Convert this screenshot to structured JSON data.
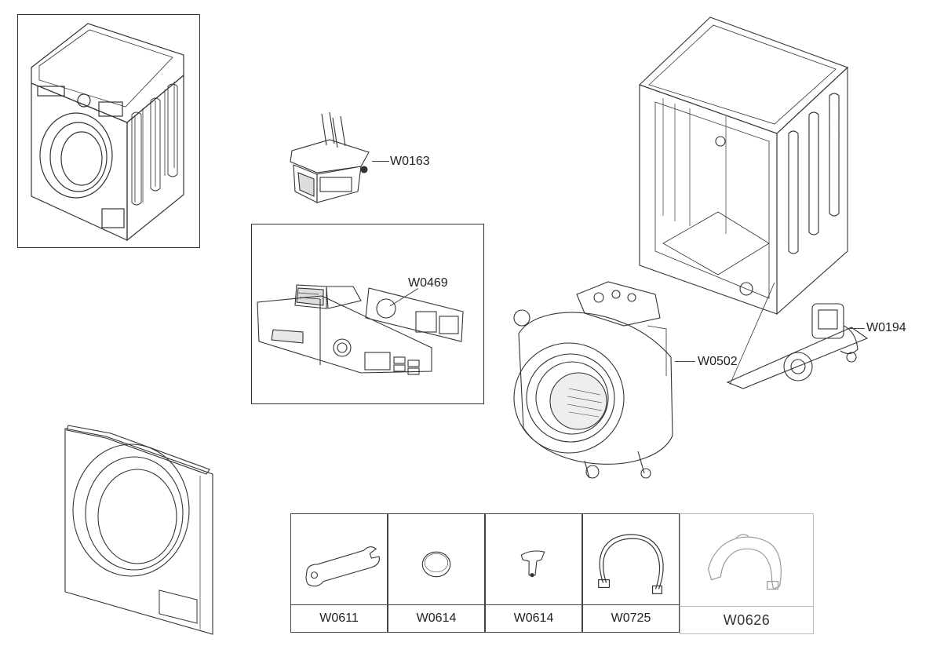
{
  "parts": {
    "w0163": "W0163",
    "w0469": "W0469",
    "w0502": "W0502",
    "w0194": "W0194"
  },
  "accessories": [
    {
      "code": "W0611",
      "icon": "spanner-icon"
    },
    {
      "code": "W0614",
      "icon": "cap-icon"
    },
    {
      "code": "W0614",
      "icon": "bracket-icon"
    },
    {
      "code": "W0725",
      "icon": "hose-icon"
    },
    {
      "code": "W0626",
      "icon": "hanger-icon"
    }
  ]
}
